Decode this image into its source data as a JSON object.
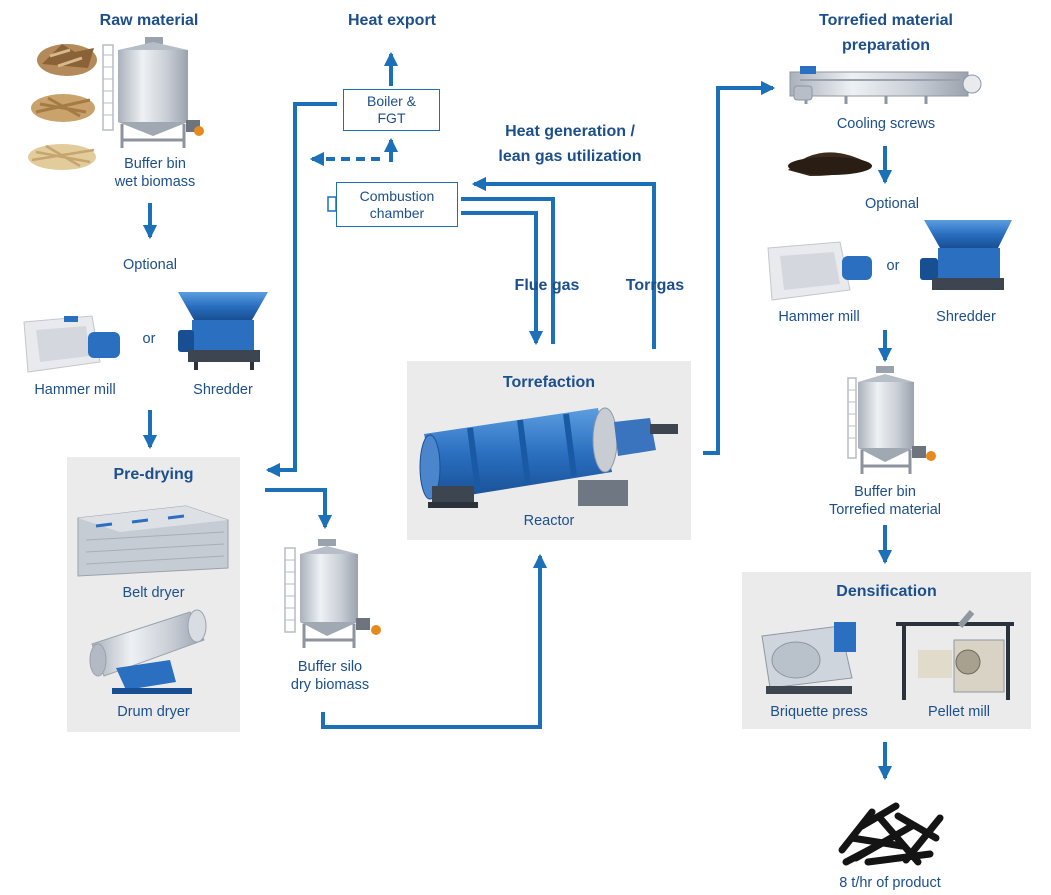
{
  "raw_material": {
    "title": "Raw material",
    "buffer_label_1": "Buffer bin",
    "buffer_label_2": "wet biomass"
  },
  "left_optional": "Optional",
  "left_mill": {
    "hammer": "Hammer mill",
    "or": "or",
    "shredder": "Shredder"
  },
  "predrying": {
    "title": "Pre-drying",
    "belt": "Belt dryer",
    "drum": "Drum dryer"
  },
  "buffer_silo": {
    "line1": "Buffer silo",
    "line2": "dry biomass"
  },
  "heat_export": "Heat export",
  "boiler": {
    "line1": "Boiler &",
    "line2": "FGT"
  },
  "combustion": {
    "line1": "Combustion",
    "line2": "chamber"
  },
  "heat_gen": {
    "line1": "Heat generation /",
    "line2": "lean gas utilization"
  },
  "flue_gas": "Flue gas",
  "torrgas": "Torrgas",
  "torrefaction": {
    "title": "Torrefaction",
    "reactor": "Reactor"
  },
  "torrefied_prep": {
    "line1": "Torrefied material",
    "line2": "preparation"
  },
  "cooling": "Cooling screws",
  "right_optional": "Optional",
  "right_mill": {
    "hammer": "Hammer mill",
    "or": "or",
    "shredder": "Shredder"
  },
  "buffer_torrefied": {
    "line1": "Buffer bin",
    "line2": "Torrefied material"
  },
  "densification": {
    "title": "Densification",
    "briquette": "Briquette press",
    "pellet": "Pellet mill"
  },
  "product": "8 t/hr of product",
  "colors": {
    "flow": "#1c70b8",
    "text": "#1c4f8c",
    "panel": "#ebebeb",
    "equipment_blue": "#2a6fc0",
    "steel": "#c9ced6"
  }
}
